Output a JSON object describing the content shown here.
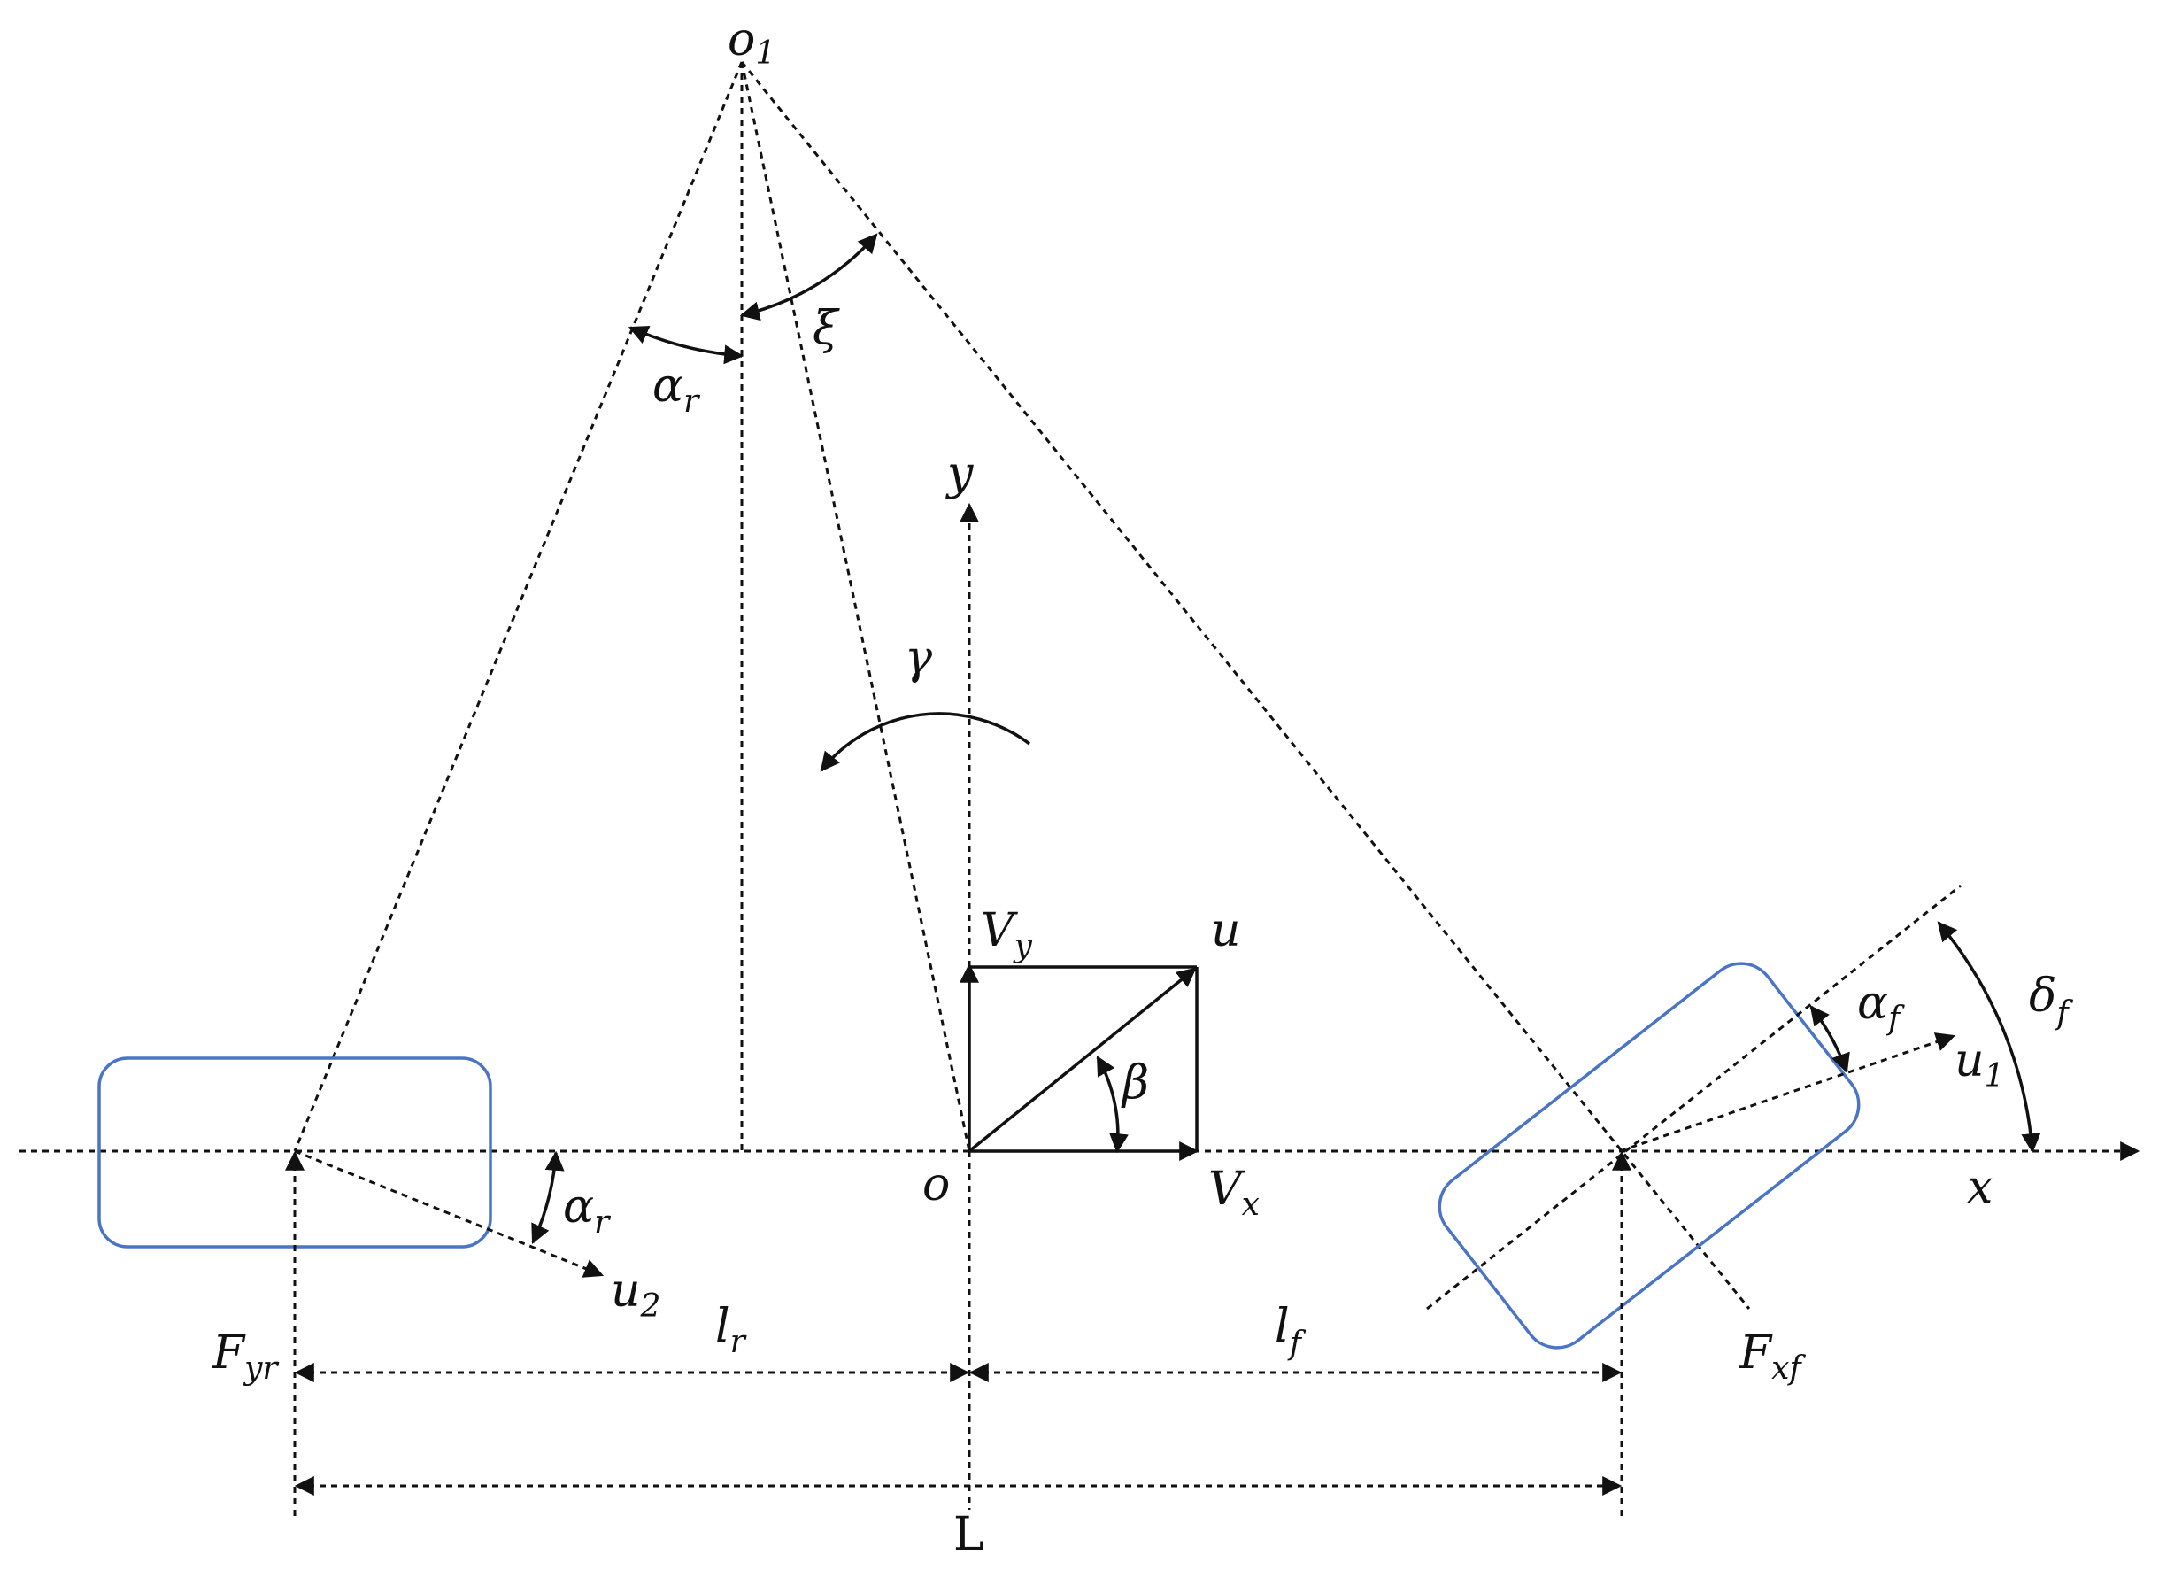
{
  "labels": {
    "o1": {
      "base": "o",
      "sub": "1"
    },
    "alpha_r_top": {
      "base": "α",
      "sub": "r"
    },
    "xi": {
      "base": "ξ",
      "sub": ""
    },
    "y_axis": {
      "base": "y",
      "sub": ""
    },
    "gamma": {
      "base": "γ",
      "sub": ""
    },
    "Vy": {
      "base": "V",
      "sub": "y"
    },
    "u": {
      "base": "u",
      "sub": ""
    },
    "beta": {
      "base": "β",
      "sub": ""
    },
    "alpha_f": {
      "base": "α",
      "sub": "f"
    },
    "delta_f": {
      "base": "δ",
      "sub": "f"
    },
    "u1": {
      "base": "u",
      "sub": "1"
    },
    "alpha_r_bottom": {
      "base": "α",
      "sub": "r"
    },
    "origin": {
      "base": "o",
      "sub": ""
    },
    "Vx": {
      "base": "V",
      "sub": "x"
    },
    "x_axis": {
      "base": "x",
      "sub": ""
    },
    "u2": {
      "base": "u",
      "sub": "2"
    },
    "lr": {
      "base": "l",
      "sub": "r"
    },
    "lf": {
      "base": "l",
      "sub": "f"
    },
    "Fyr": {
      "base": "F",
      "sub": "yr"
    },
    "Fxf": {
      "base": "F",
      "sub": "xf"
    },
    "L": "L"
  },
  "colors": {
    "wheel": "#4a74c4",
    "line": "#111111"
  }
}
